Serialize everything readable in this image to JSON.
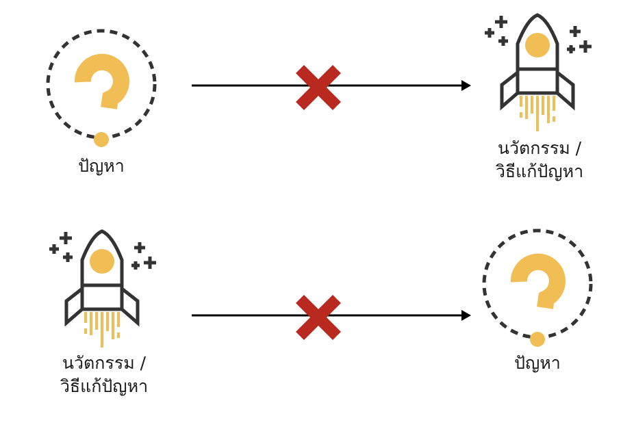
{
  "rows": [
    {
      "left": {
        "kind": "problem",
        "icon": "question-icon",
        "label_lines": [
          "ปัญหา"
        ]
      },
      "arrow": {
        "icon": "cross-icon"
      },
      "right": {
        "kind": "innovation",
        "icon": "rocket-icon",
        "label_lines": [
          "นวัตกรรม /",
          "วิธีแก้ปัญหา"
        ]
      }
    },
    {
      "left": {
        "kind": "innovation",
        "icon": "rocket-icon",
        "label_lines": [
          "นวัตกรรม /",
          "วิธีแก้ปัญหา"
        ]
      },
      "arrow": {
        "icon": "cross-icon"
      },
      "right": {
        "kind": "problem",
        "icon": "question-icon",
        "label_lines": [
          "ปัญหา"
        ]
      }
    }
  ],
  "colors": {
    "accent": "#f1bd55",
    "cross": "#b82a1f",
    "outline": "#333333",
    "arrow": "#000000",
    "text": "#1a1a1a"
  }
}
